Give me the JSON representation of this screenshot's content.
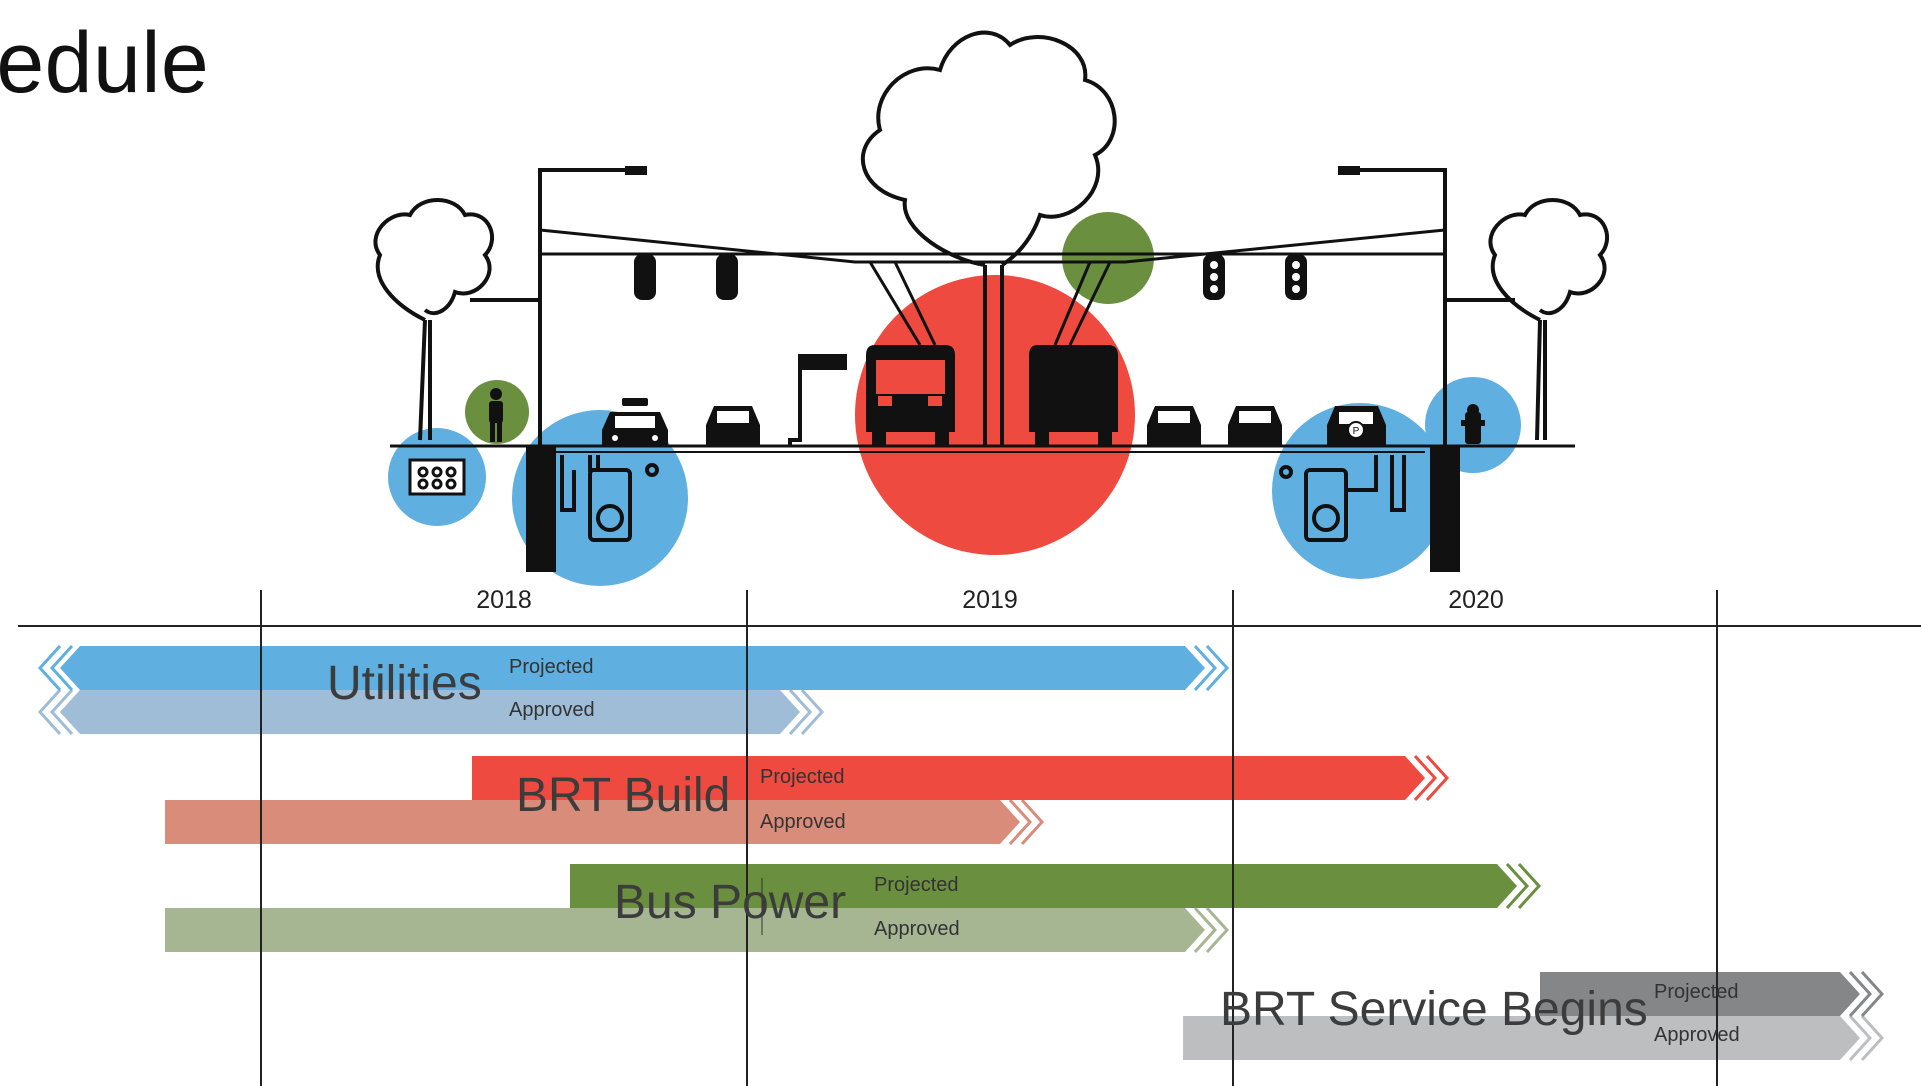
{
  "title": "hedule",
  "years": [
    "2018",
    "2019",
    "2020"
  ],
  "colors": {
    "utilities_projected": "#5FB0E1",
    "utilities_approved": "#A0BDD8",
    "build_projected": "#EE4A3F",
    "build_approved": "#D98C7A",
    "power_projected": "#6A8F3E",
    "power_approved": "#A6B693",
    "service_projected": "#858688",
    "service_approved": "#BDBEC0",
    "circle_blue": "#5FB0E1",
    "circle_red": "#EE4A3F",
    "circle_green": "#6A8F3E"
  },
  "icons": [
    "tree-icon",
    "streetlight-icon",
    "traffic-signal-icon",
    "bus-icon",
    "taxi-icon",
    "car-icon",
    "pedestrian-icon",
    "hydrant-icon",
    "parking-icon",
    "utility-vault-icon",
    "bus-stop-icon"
  ],
  "rows": [
    {
      "label": "Utilities",
      "projected": "Projected",
      "approved": "Approved"
    },
    {
      "label": "BRT Build",
      "projected": "Projected",
      "approved": "Approved"
    },
    {
      "label": "Bus Power",
      "projected": "Projected",
      "approved": "Approved"
    },
    {
      "label": "BRT Service Begins",
      "projected": "Projected",
      "approved": "Approved"
    }
  ]
}
